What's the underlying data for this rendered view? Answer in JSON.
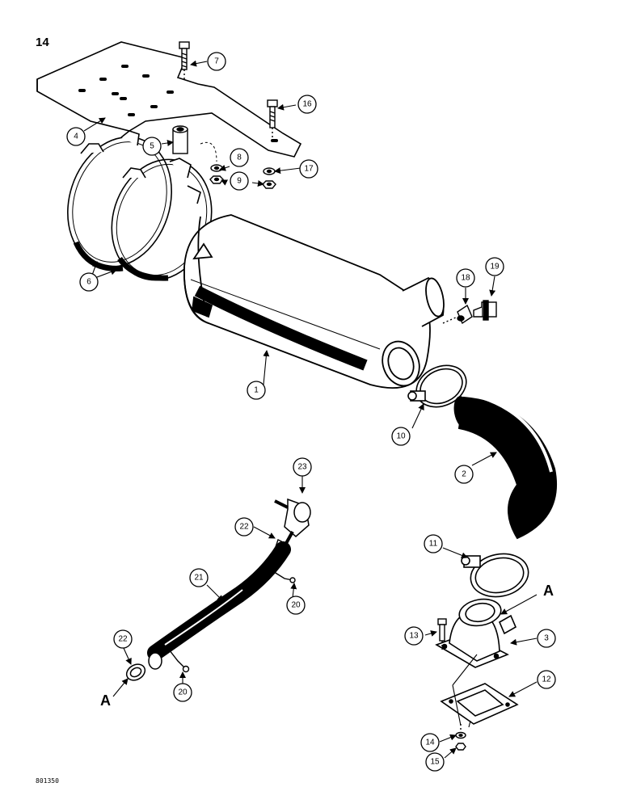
{
  "page_number": "14",
  "figure_id": "801350",
  "ref_marker_a": "A",
  "callouts": [
    {
      "id": "c1",
      "label": "1"
    },
    {
      "id": "c2",
      "label": "2"
    },
    {
      "id": "c3",
      "label": "3"
    },
    {
      "id": "c4",
      "label": "4"
    },
    {
      "id": "c5",
      "label": "5"
    },
    {
      "id": "c6",
      "label": "6"
    },
    {
      "id": "c7",
      "label": "7"
    },
    {
      "id": "c8",
      "label": "8"
    },
    {
      "id": "c9",
      "label": "9"
    },
    {
      "id": "c10",
      "label": "10"
    },
    {
      "id": "c11",
      "label": "11"
    },
    {
      "id": "c12",
      "label": "12"
    },
    {
      "id": "c13",
      "label": "13"
    },
    {
      "id": "c14",
      "label": "14"
    },
    {
      "id": "c15",
      "label": "15"
    },
    {
      "id": "c16",
      "label": "16"
    },
    {
      "id": "c17",
      "label": "17"
    },
    {
      "id": "c18",
      "label": "18"
    },
    {
      "id": "c19",
      "label": "19"
    },
    {
      "id": "c20a",
      "label": "20"
    },
    {
      "id": "c20b",
      "label": "20"
    },
    {
      "id": "c21",
      "label": "21"
    },
    {
      "id": "c22a",
      "label": "22"
    },
    {
      "id": "c22b",
      "label": "22"
    },
    {
      "id": "c23",
      "label": "23"
    }
  ]
}
